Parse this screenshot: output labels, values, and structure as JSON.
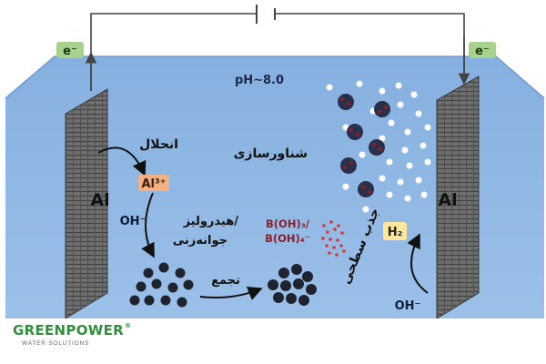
{
  "diagram": {
    "ph_label": "pH~8.0",
    "electron_left": "e⁻",
    "electron_right": "e⁻",
    "anode_label": "Al",
    "cathode_label": "Al",
    "dissolution_label": "انحلال",
    "al_ion_label": "Al³⁺",
    "hydroxide_left": "OH⁻",
    "hydrolysis_label_line1": "هیدرولیز/",
    "hydrolysis_label_line2": "جوانه‌زنی",
    "aggregation_label": "تجمع",
    "flotation_label": "شناورسازی",
    "boron_label_line1": "B(OH)₃/",
    "boron_label_line2": "B(OH)₄⁻",
    "adsorption_label": "جذب سطحی",
    "hydrogen_label": "H₂",
    "hydroxide_right": "OH⁻",
    "colors": {
      "water": "#8fb7e3",
      "water_surface": "#7aa6d8",
      "electrode": "#6b6b6b",
      "floc_dark": "#2a2f4a",
      "floc_red": "#8a1f2b",
      "boron_dots": "#d23b3b",
      "label_box_electron": "#a9d18e",
      "label_box_ion": "#f4b183",
      "label_box_h2": "#ffe699"
    }
  },
  "logo": {
    "name": "GREENPOWER",
    "registered": "®",
    "tagline": "WATER SOLUTIONS"
  }
}
